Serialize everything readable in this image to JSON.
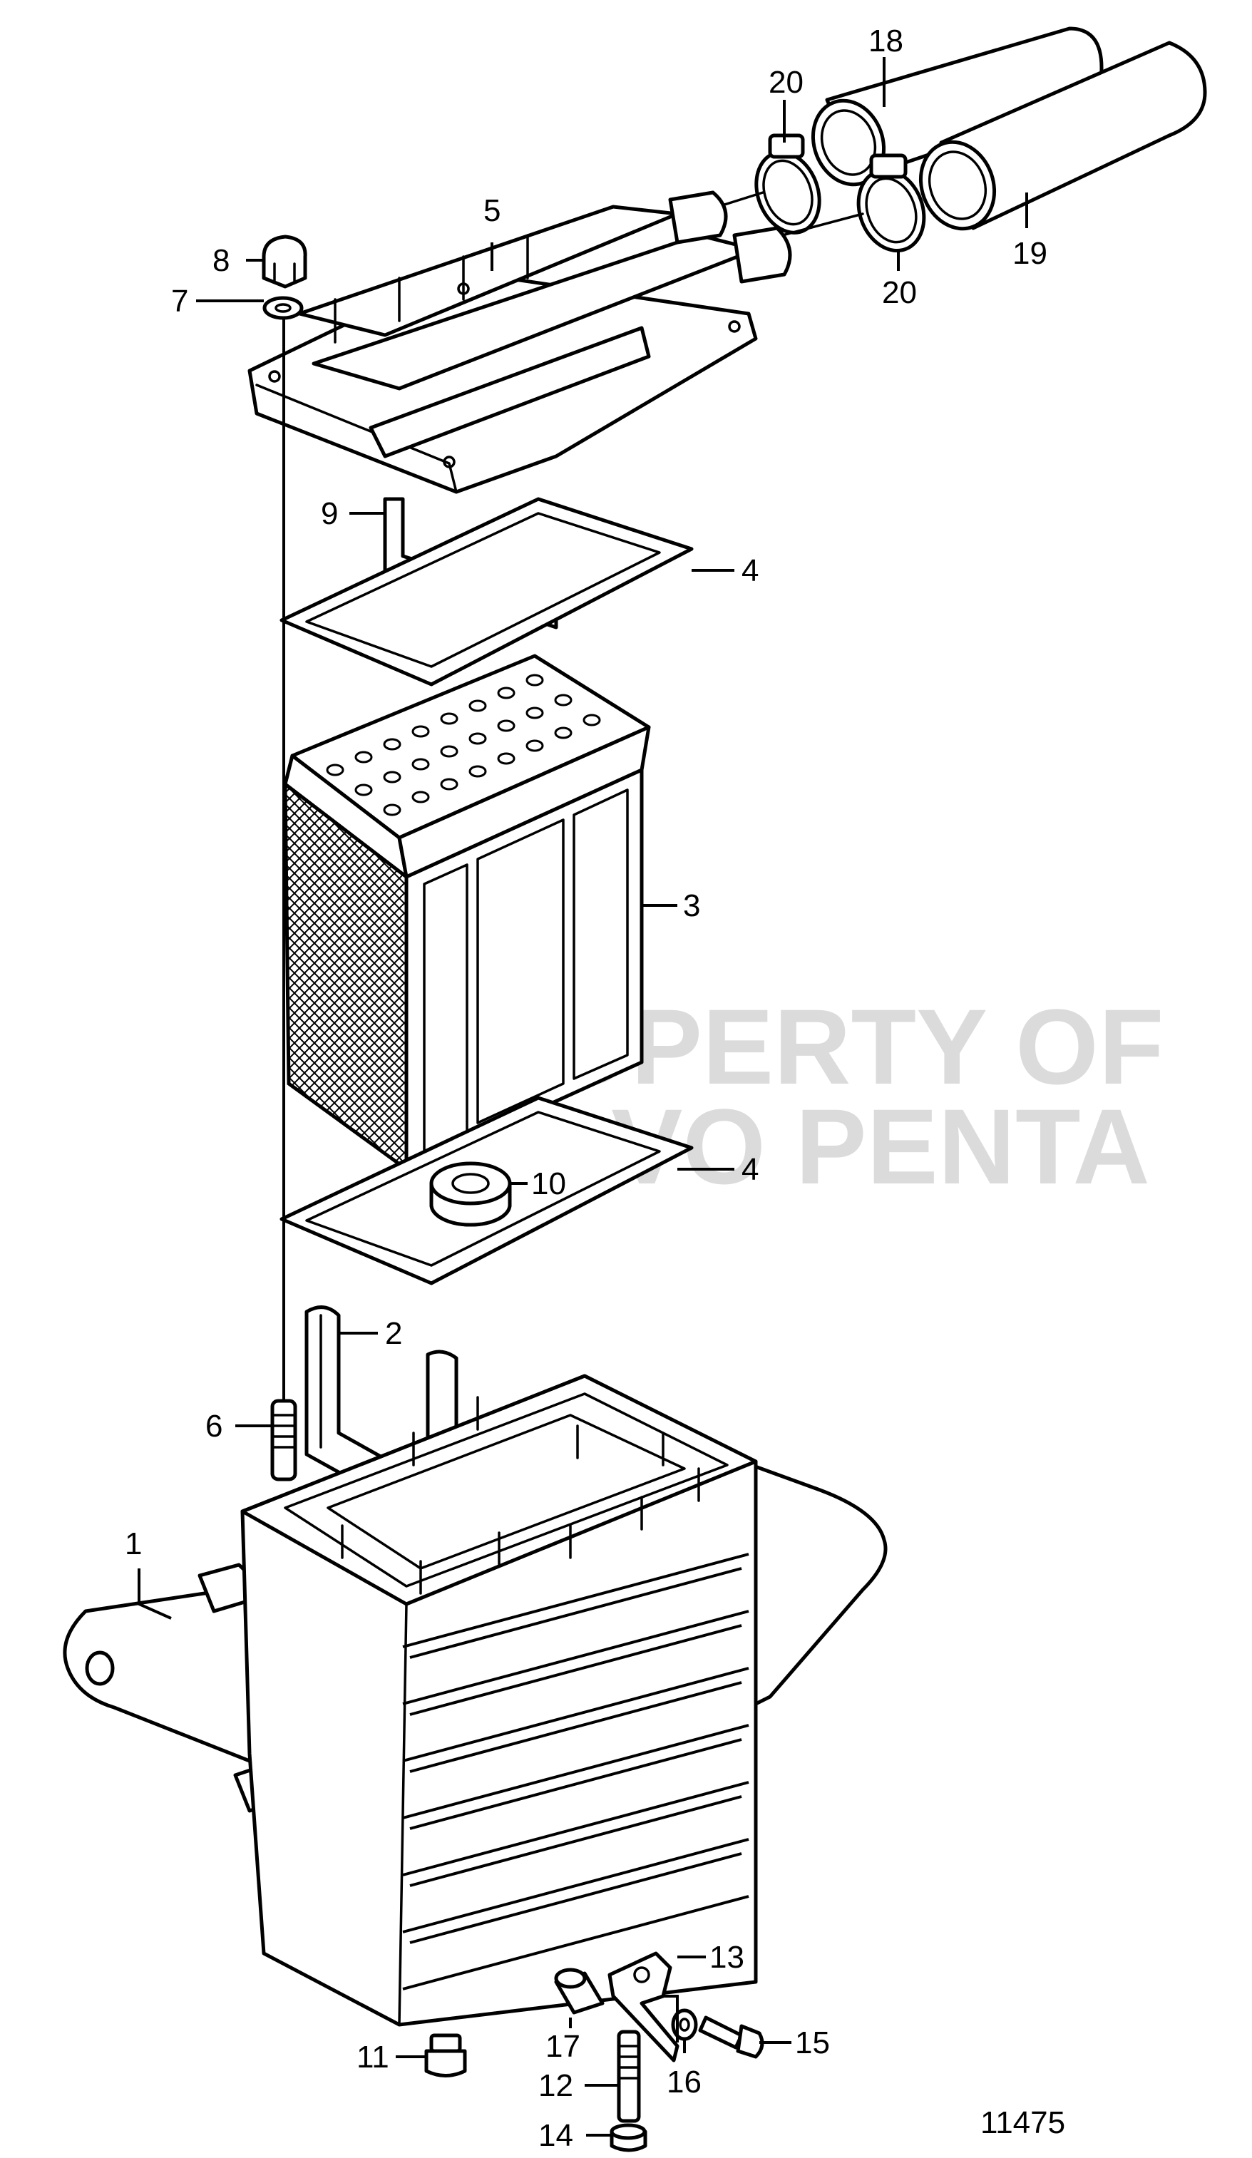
{
  "diagram": {
    "drawing_number": "11475",
    "watermark": [
      "PROPERTY OF",
      "VOLVO PENTA"
    ],
    "callouts": [
      {
        "id": "c1",
        "label": "1"
      },
      {
        "id": "c2",
        "label": "2"
      },
      {
        "id": "c3",
        "label": "3"
      },
      {
        "id": "c4a",
        "label": "4"
      },
      {
        "id": "c4b",
        "label": "4"
      },
      {
        "id": "c5",
        "label": "5"
      },
      {
        "id": "c6",
        "label": "6"
      },
      {
        "id": "c7",
        "label": "7"
      },
      {
        "id": "c8",
        "label": "8"
      },
      {
        "id": "c9",
        "label": "9"
      },
      {
        "id": "c10",
        "label": "10"
      },
      {
        "id": "c11",
        "label": "11"
      },
      {
        "id": "c12",
        "label": "12"
      },
      {
        "id": "c13",
        "label": "13"
      },
      {
        "id": "c14",
        "label": "14"
      },
      {
        "id": "c15",
        "label": "15"
      },
      {
        "id": "c16",
        "label": "16"
      },
      {
        "id": "c17",
        "label": "17"
      },
      {
        "id": "c18",
        "label": "18"
      },
      {
        "id": "c19",
        "label": "19"
      },
      {
        "id": "c20a",
        "label": "20"
      },
      {
        "id": "c20b",
        "label": "20"
      }
    ]
  }
}
